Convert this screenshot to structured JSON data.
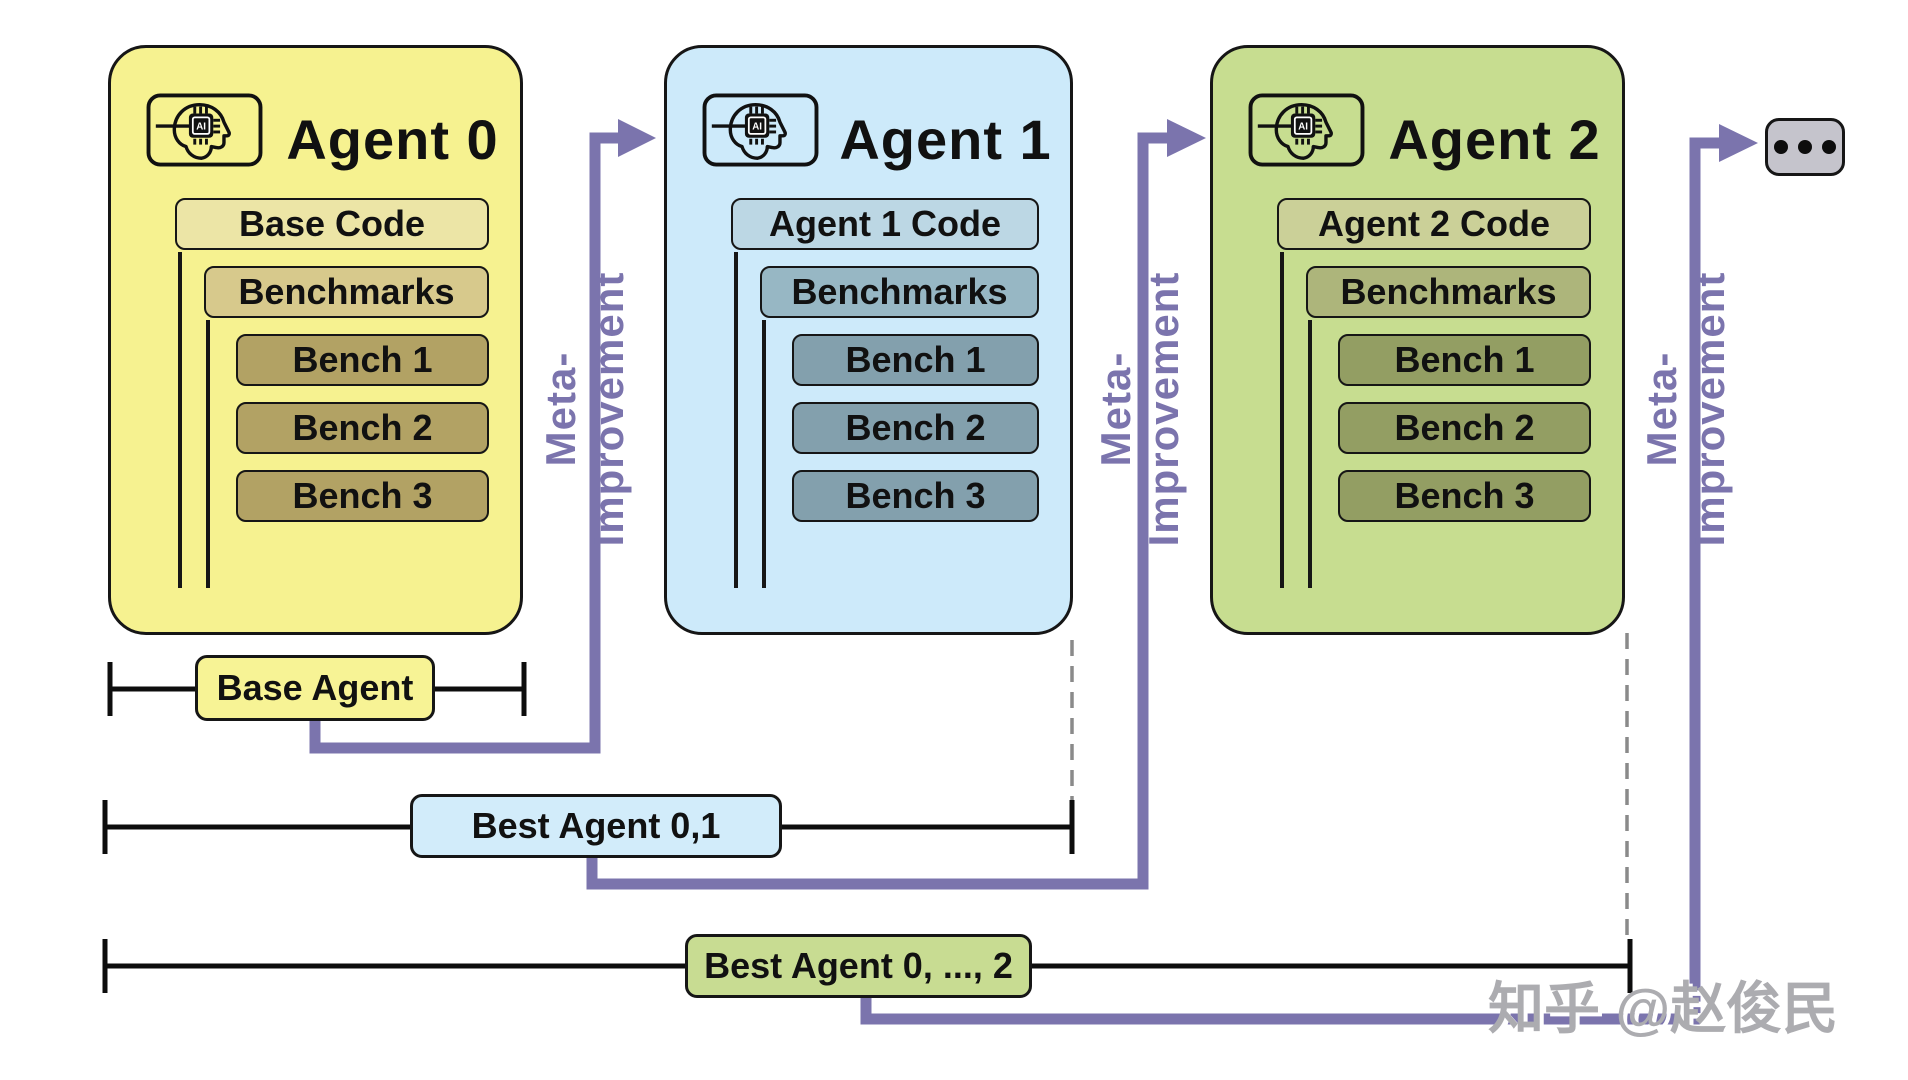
{
  "agents": [
    {
      "title": "Agent 0",
      "code_label": "Base Code",
      "benchmarks_label": "Benchmarks",
      "benches": [
        "Bench 1",
        "Bench 2",
        "Bench 3"
      ]
    },
    {
      "title": "Agent 1",
      "code_label": "Agent 1 Code",
      "benchmarks_label": "Benchmarks",
      "benches": [
        "Bench 1",
        "Bench 2",
        "Bench 3"
      ]
    },
    {
      "title": "Agent 2",
      "code_label": "Agent 2 Code",
      "benchmarks_label": "Benchmarks",
      "benches": [
        "Bench 1",
        "Bench 2",
        "Bench 3"
      ]
    }
  ],
  "meta_labels": [
    "Meta-Improvement",
    "Meta-Improvement",
    "Meta-Improvement"
  ],
  "milestones": [
    {
      "label": "Base Agent"
    },
    {
      "label": "Best Agent 0,1"
    },
    {
      "label": "Best Agent 0, ..., 2"
    }
  ],
  "icon_chip_label": "AI",
  "watermark": {
    "text": "知乎 @赵俊民"
  },
  "palette": {
    "arrow_purple": "#7b74ad",
    "agent0_bg": "#f6f290",
    "agent1_bg": "#cdeafa",
    "agent2_bg": "#c7dd90",
    "milestone0_bg": "#f7f395",
    "milestone1_bg": "#d2ecfa",
    "milestone2_bg": "#c8dc92",
    "ellipsis_bg": "#c5c4cc",
    "dashed_gray": "#8a8a8a"
  }
}
